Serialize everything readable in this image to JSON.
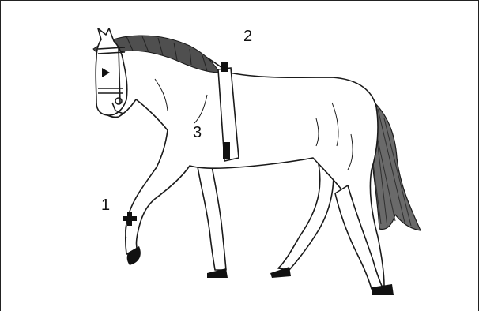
{
  "diagram": {
    "labels": {
      "sensor_1": "1",
      "sensor_2": "2",
      "sensor_3": "3"
    },
    "colors": {
      "line": "#1a1a1a",
      "fill": "#ffffff",
      "mane": "#5a5a5a",
      "tail": "#4a4a4a",
      "hoof": "#111111",
      "sensor": "#111111"
    }
  }
}
